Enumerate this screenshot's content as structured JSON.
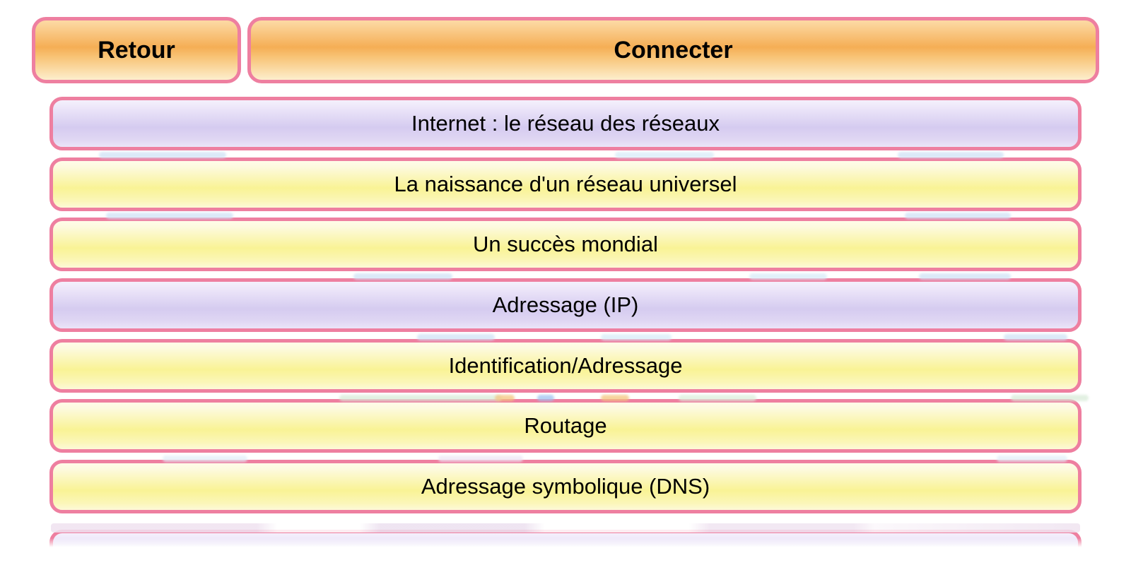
{
  "toolbar": {
    "back_label": "Retour",
    "connect_label": "Connecter"
  },
  "menu": {
    "items": [
      {
        "label": "Internet : le réseau des réseaux",
        "variant": "purple",
        "partial": false
      },
      {
        "label": "La naissance d'un réseau universel",
        "variant": "yellow",
        "partial": false
      },
      {
        "label": "Un succès mondial",
        "variant": "yellow",
        "partial": false
      },
      {
        "label": "Adressage (IP)",
        "variant": "purple",
        "partial": false
      },
      {
        "label": "Identification/Adressage",
        "variant": "yellow",
        "partial": false
      },
      {
        "label": "Routage",
        "variant": "yellow",
        "partial": false
      },
      {
        "label": "Adressage symbolique (DNS)",
        "variant": "yellow",
        "partial": false
      },
      {
        "label": "",
        "variant": "purple",
        "partial": true
      }
    ]
  },
  "colors": {
    "border_pink": "#ee7fa0",
    "button_orange_mid": "#f5ae55",
    "purple_mid": "#d5cbf0",
    "yellow_mid": "#f9f395",
    "text": "#000000",
    "background": "#ffffff"
  }
}
